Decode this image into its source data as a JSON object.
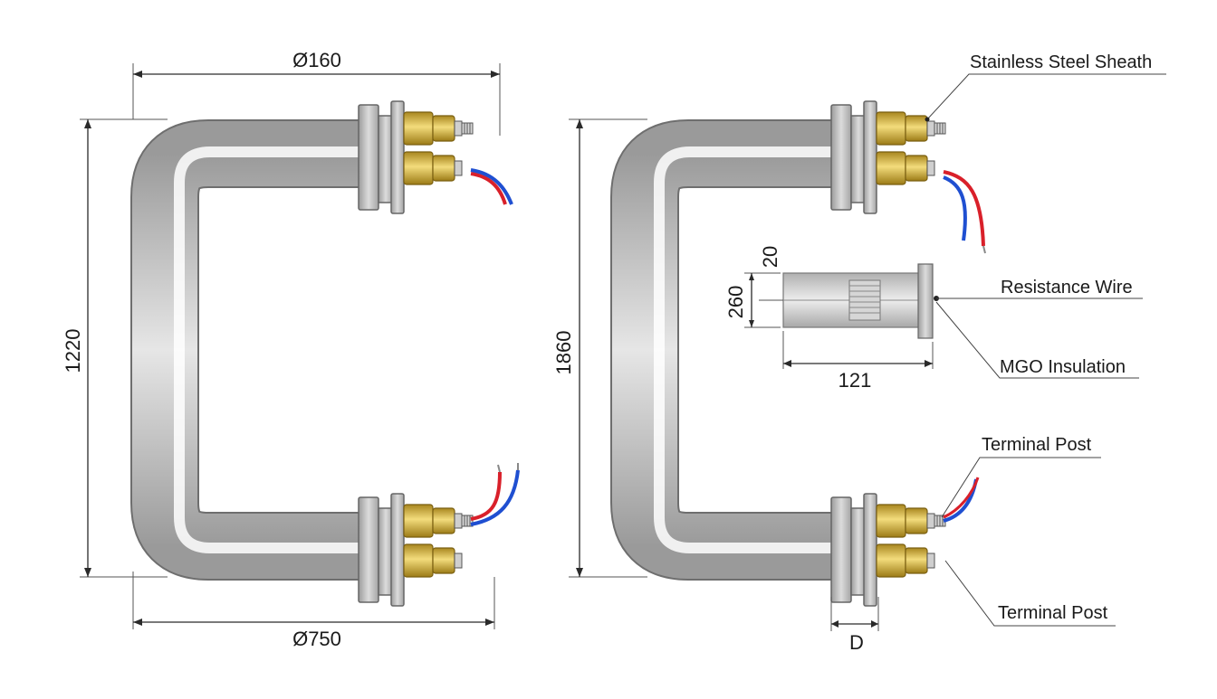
{
  "left_view": {
    "dim_top": "Ø160",
    "dim_left": "1220",
    "dim_bottom": "Ø750"
  },
  "right_view": {
    "dim_left": "1860",
    "dim_bottom": "D",
    "detail": {
      "dim_thickness": "20",
      "dim_height": "260",
      "dim_length": "121"
    },
    "callouts": {
      "sheath": "Stainless Steel Sheath",
      "resistance_wire": "Resistance Wire",
      "insulation": "MGO Insulation",
      "terminal_post_1": "Terminal Post",
      "terminal_post_2": "Terminal Post"
    }
  },
  "colors": {
    "pipe": "#bdbdbd",
    "brass": "#d4af37",
    "wire_red": "#d9202a",
    "wire_blue": "#1f4fd1"
  }
}
